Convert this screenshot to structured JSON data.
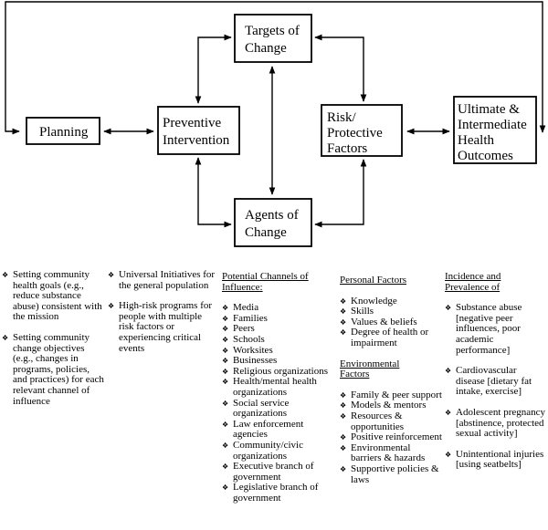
{
  "boxes": {
    "targets": [
      "Targets of",
      "Change"
    ],
    "preventive": [
      "Preventive",
      "Intervention"
    ],
    "planning": [
      "Planning"
    ],
    "risk": [
      "Risk/",
      "Protective",
      "Factors"
    ],
    "outcomes": [
      "Ultimate &",
      "Intermediate",
      "Health",
      "Outcomes"
    ],
    "agents": [
      "Agents of",
      "Change"
    ]
  },
  "columns": {
    "planning": {
      "items": [
        "Setting community health goals (e.g., reduce substance abuse) consistent with the mission",
        "Setting community change objectives (e.g., changes in programs, policies, and practices) for each relevant channel of influence"
      ]
    },
    "intervention": {
      "items": [
        "Universal Initiatives for the general population",
        "High-risk programs for people with multiple risk factors or experiencing critical events"
      ]
    },
    "channels": {
      "heading": "Potential Channels of Influence:",
      "items": [
        "Media",
        "Families",
        "Peers",
        "Schools",
        "Worksites",
        "Businesses",
        "Religious organizations",
        "Health/mental health organizations",
        "Social service organizations",
        "Law enforcement agencies",
        "Community/civic organizations",
        "Executive branch of government",
        "Legislative branch of government"
      ]
    },
    "factors": {
      "personal_heading": "Personal Factors",
      "personal_items": [
        "Knowledge",
        "Skills",
        "Values & beliefs",
        "Degree of health or impairment"
      ],
      "environmental_heading": "Environmental Factors",
      "environmental_items": [
        "Family & peer support",
        "Models & mentors",
        "Resources & opportunities",
        "Positive reinforcement",
        "Environmental barriers & hazards",
        "Supportive policies & laws"
      ]
    },
    "outcomes": {
      "heading": "Incidence and Prevalence of",
      "items": [
        "Substance abuse [negative peer influences, poor academic performance]",
        "Cardiovascular disease [dietary fat intake, exercise]",
        "Adolescent pregnancy [abstinence, protected sexual activity]",
        "Unintentional injuries [using seatbelts]"
      ]
    }
  }
}
